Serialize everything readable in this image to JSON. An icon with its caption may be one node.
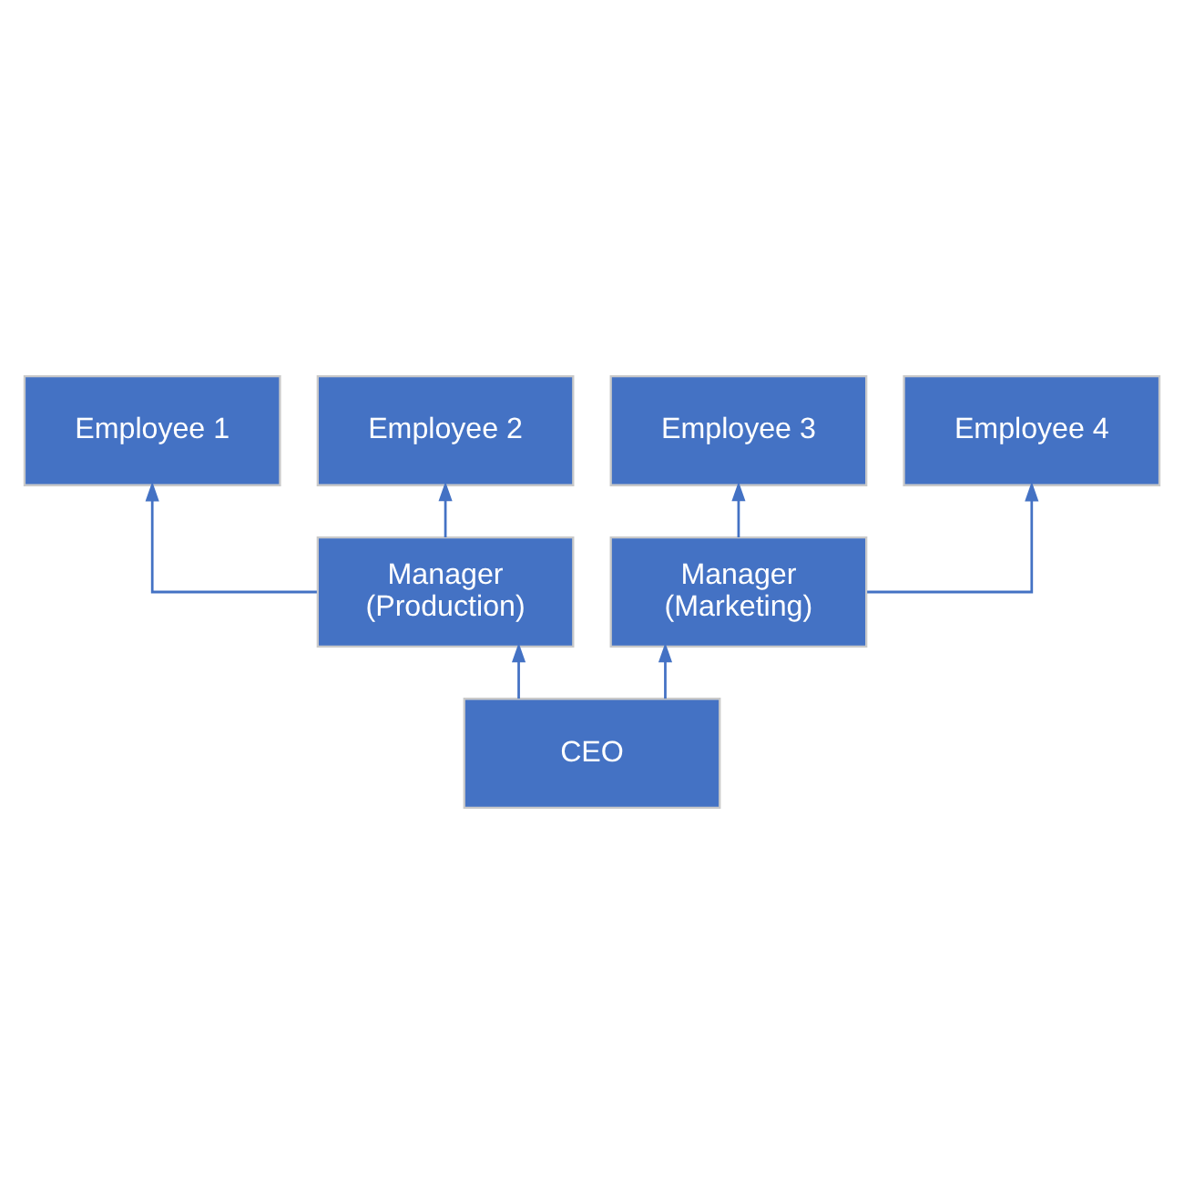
{
  "diagram": {
    "nodes": [
      {
        "text": [
          "Employee 1"
        ]
      },
      {
        "text": [
          "Employee 2"
        ]
      },
      {
        "text": [
          "Employee 3"
        ]
      },
      {
        "text": [
          "Employee 4"
        ]
      },
      {
        "text": [
          "Manager (Production)"
        ]
      },
      {
        "text": [
          "Manager (Marketing)"
        ]
      },
      {
        "text": [
          "CEO"
        ]
      }
    ],
    "edges": [
      {
        "from": 6,
        "to": 4,
        "arrow": "to"
      },
      {
        "from": 6,
        "to": 5,
        "arrow": "to"
      },
      {
        "from": 4,
        "to": 0,
        "arrow": "to"
      },
      {
        "from": 4,
        "to": 1,
        "arrow": "to"
      },
      {
        "from": 5,
        "to": 2,
        "arrow": "to"
      },
      {
        "from": 5,
        "to": 3,
        "arrow": "to"
      }
    ]
  }
}
